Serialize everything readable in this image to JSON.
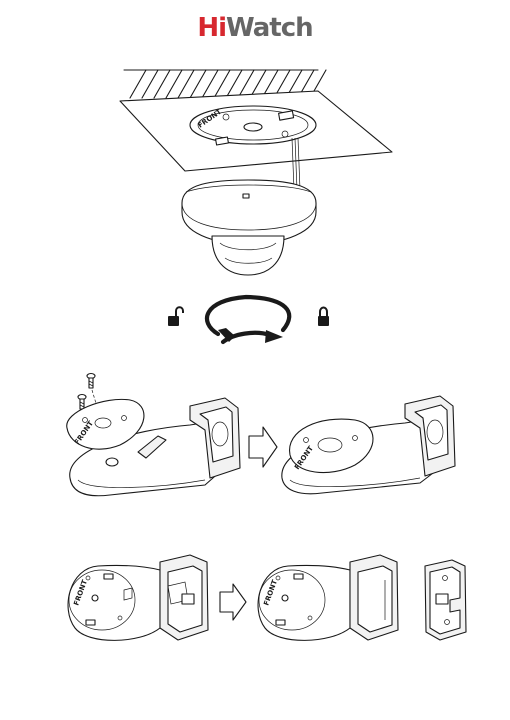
{
  "brand": {
    "hi": "Hi",
    "watch": "Watch",
    "hi_color": "#d7282f",
    "watch_color": "#666666"
  },
  "figures": {
    "ceiling_mount": {
      "plate_label": "FRONT"
    },
    "rotation": {
      "unlock_icon": "unlock-icon",
      "lock_icon": "lock-icon"
    },
    "bracket_step_1": {
      "plate_label": "FRONT"
    },
    "bracket_step_2": {
      "plate_label": "FRONT"
    }
  }
}
